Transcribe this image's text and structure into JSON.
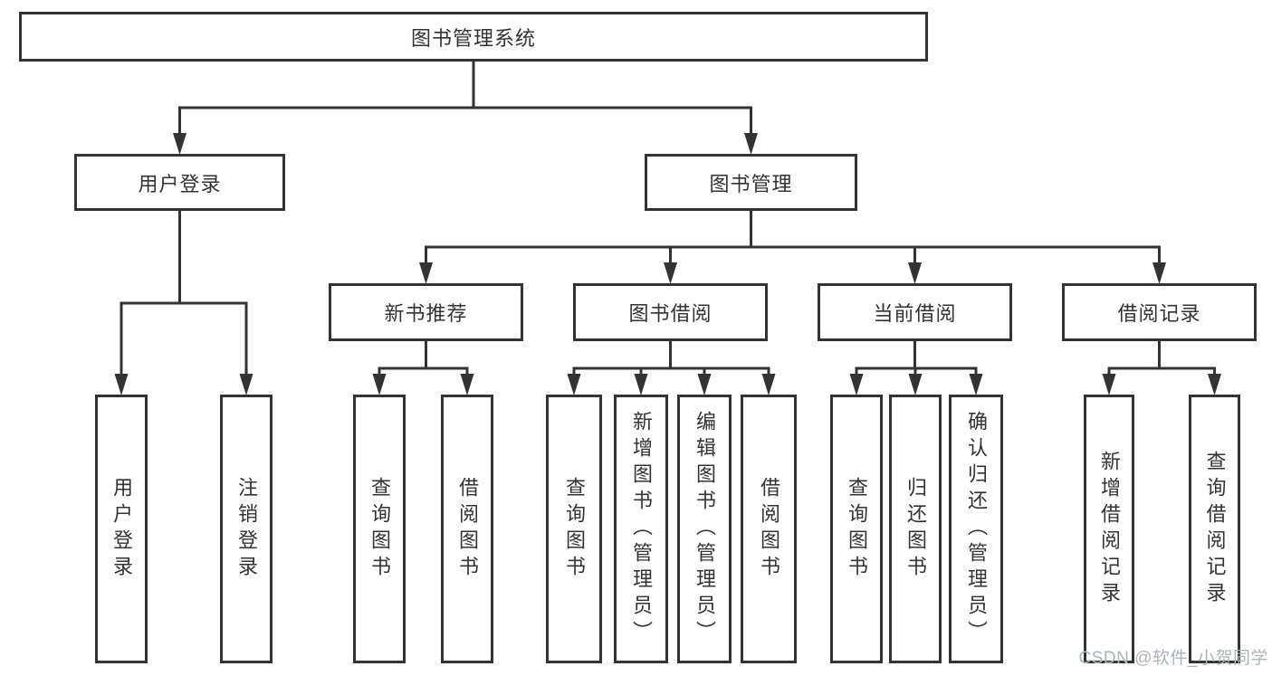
{
  "colors": {
    "line": "#333333",
    "text": "#333333",
    "background": "#ffffff",
    "watermark": "#b0b4ba"
  },
  "watermark": {
    "text": "CSDN @软件_小贺同学"
  },
  "diagram": {
    "nodes": {
      "root": {
        "label": "图书管理系统"
      },
      "login": {
        "label": "用户登录"
      },
      "book_mgmt": {
        "label": "图书管理"
      },
      "new_book_rec": {
        "label": "新书推荐"
      },
      "book_borrow": {
        "label": "图书借阅"
      },
      "current_borrow": {
        "label": "当前借阅"
      },
      "borrow_records": {
        "label": "借阅记录"
      },
      "user_login": {
        "label": "用户登录"
      },
      "logout": {
        "label": "注销登录"
      },
      "rec_query_books": {
        "label": "查询图书"
      },
      "rec_borrow_books": {
        "label": "借阅图书"
      },
      "bb_query_books": {
        "label": "查询图书"
      },
      "bb_add_books": {
        "label": "新增图书（管理员）"
      },
      "bb_edit_books": {
        "label": "编辑图书（管理员）"
      },
      "bb_borrow_books": {
        "label": "借阅图书"
      },
      "cb_query_books": {
        "label": "查询图书"
      },
      "cb_return_books": {
        "label": "归还图书"
      },
      "cb_confirm_return": {
        "label": "确认归还（管理员）"
      },
      "br_add_record": {
        "label": "新增借阅记录"
      },
      "br_query_record": {
        "label": "查询借阅记录"
      }
    },
    "edges": [
      {
        "parent": "root",
        "children": [
          "login",
          "book_mgmt"
        ]
      },
      {
        "parent": "login",
        "children": [
          "user_login",
          "logout"
        ]
      },
      {
        "parent": "book_mgmt",
        "children": [
          "new_book_rec",
          "book_borrow",
          "current_borrow",
          "borrow_records"
        ]
      },
      {
        "parent": "new_book_rec",
        "children": [
          "rec_query_books",
          "rec_borrow_books"
        ]
      },
      {
        "parent": "book_borrow",
        "children": [
          "bb_query_books",
          "bb_add_books",
          "bb_edit_books",
          "bb_borrow_books"
        ]
      },
      {
        "parent": "current_borrow",
        "children": [
          "cb_query_books",
          "cb_return_books",
          "cb_confirm_return"
        ]
      },
      {
        "parent": "borrow_records",
        "children": [
          "br_add_record",
          "br_query_record"
        ]
      }
    ]
  }
}
